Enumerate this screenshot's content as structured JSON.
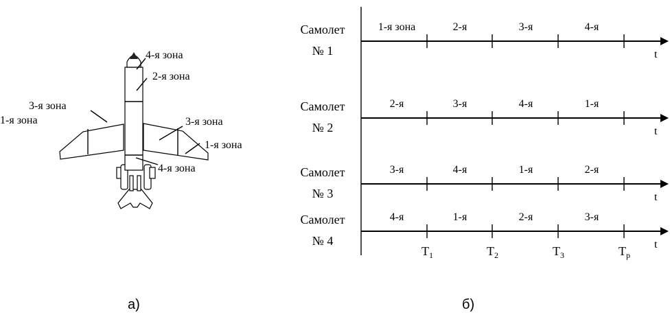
{
  "panel_a": {
    "caption": "а)",
    "labels": {
      "nose_zone4": "4-я зона",
      "fuselage_zone2": "2-я зона",
      "left_zone3": "3-я зона",
      "left_zone1": "1-я зона",
      "right_zone3": "3-я зона",
      "right_zone1": "1-я зона",
      "tail_zone4": "4-я зона"
    }
  },
  "panel_b": {
    "caption": "б)",
    "axis_label": "t",
    "ticks": [
      {
        "main": "T",
        "sub": "1"
      },
      {
        "main": "T",
        "sub": "2"
      },
      {
        "main": "T",
        "sub": "3"
      },
      {
        "main": "T",
        "sub": "р"
      }
    ],
    "rows": [
      {
        "line1": "Самолет",
        "line2": "№ 1",
        "zones": [
          "1-я зона",
          "2-я",
          "3-я",
          "4-я"
        ]
      },
      {
        "line1": "Самолет",
        "line2": "№ 2",
        "zones": [
          "2-я",
          "3-я",
          "4-я",
          "1-я"
        ]
      },
      {
        "line1": "Самолет",
        "line2": "№ 3",
        "zones": [
          "3-я",
          "4-я",
          "1-я",
          "2-я"
        ]
      },
      {
        "line1": "Самолет",
        "line2": "№ 4",
        "zones": [
          "4-я",
          "1-я",
          "2-я",
          "3-я"
        ]
      }
    ]
  }
}
